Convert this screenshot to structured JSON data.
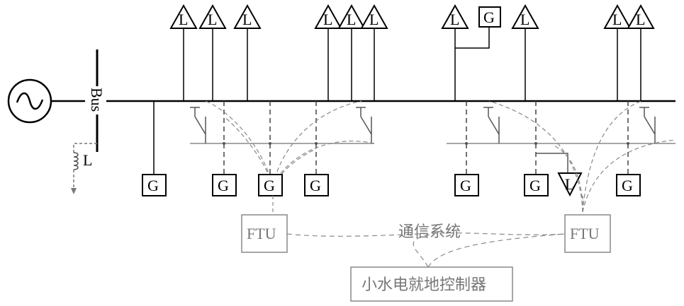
{
  "labels": {
    "bus": "Bus",
    "load": "L",
    "generator": "G",
    "inductor_load": "L",
    "ftu_left": "FTU",
    "ftu_right": "FTU",
    "comm_system": "通信系统",
    "controller": "小水电就地控制器"
  }
}
